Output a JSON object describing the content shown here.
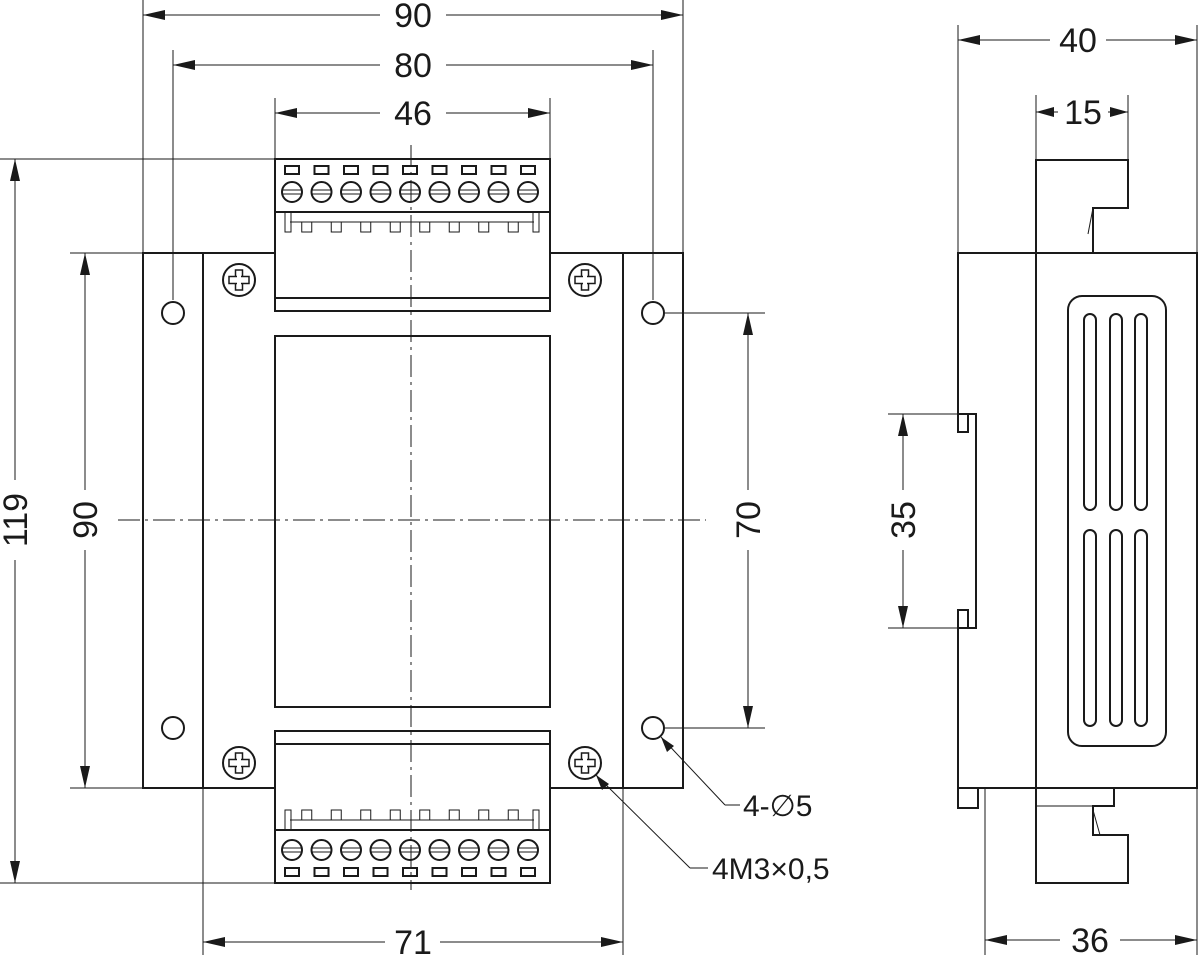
{
  "colors": {
    "line": "#1a1a1a",
    "background": "#ffffff"
  },
  "front_view": {
    "dim_overall_width": "90",
    "dim_hole_spacing_width": "80",
    "dim_terminal_block_width": "46",
    "dim_overall_height": "119",
    "dim_body_height": "90",
    "dim_hole_spacing_height": "70",
    "dim_inner_body_width": "71",
    "hole_callout": "4-∅5",
    "screw_callout": "4M3×0,5",
    "terminal_count": 9
  },
  "side_view": {
    "dim_overall_depth": "40",
    "dim_terminal_depth": "15",
    "dim_rail_width": "35",
    "dim_body_depth": "36"
  }
}
